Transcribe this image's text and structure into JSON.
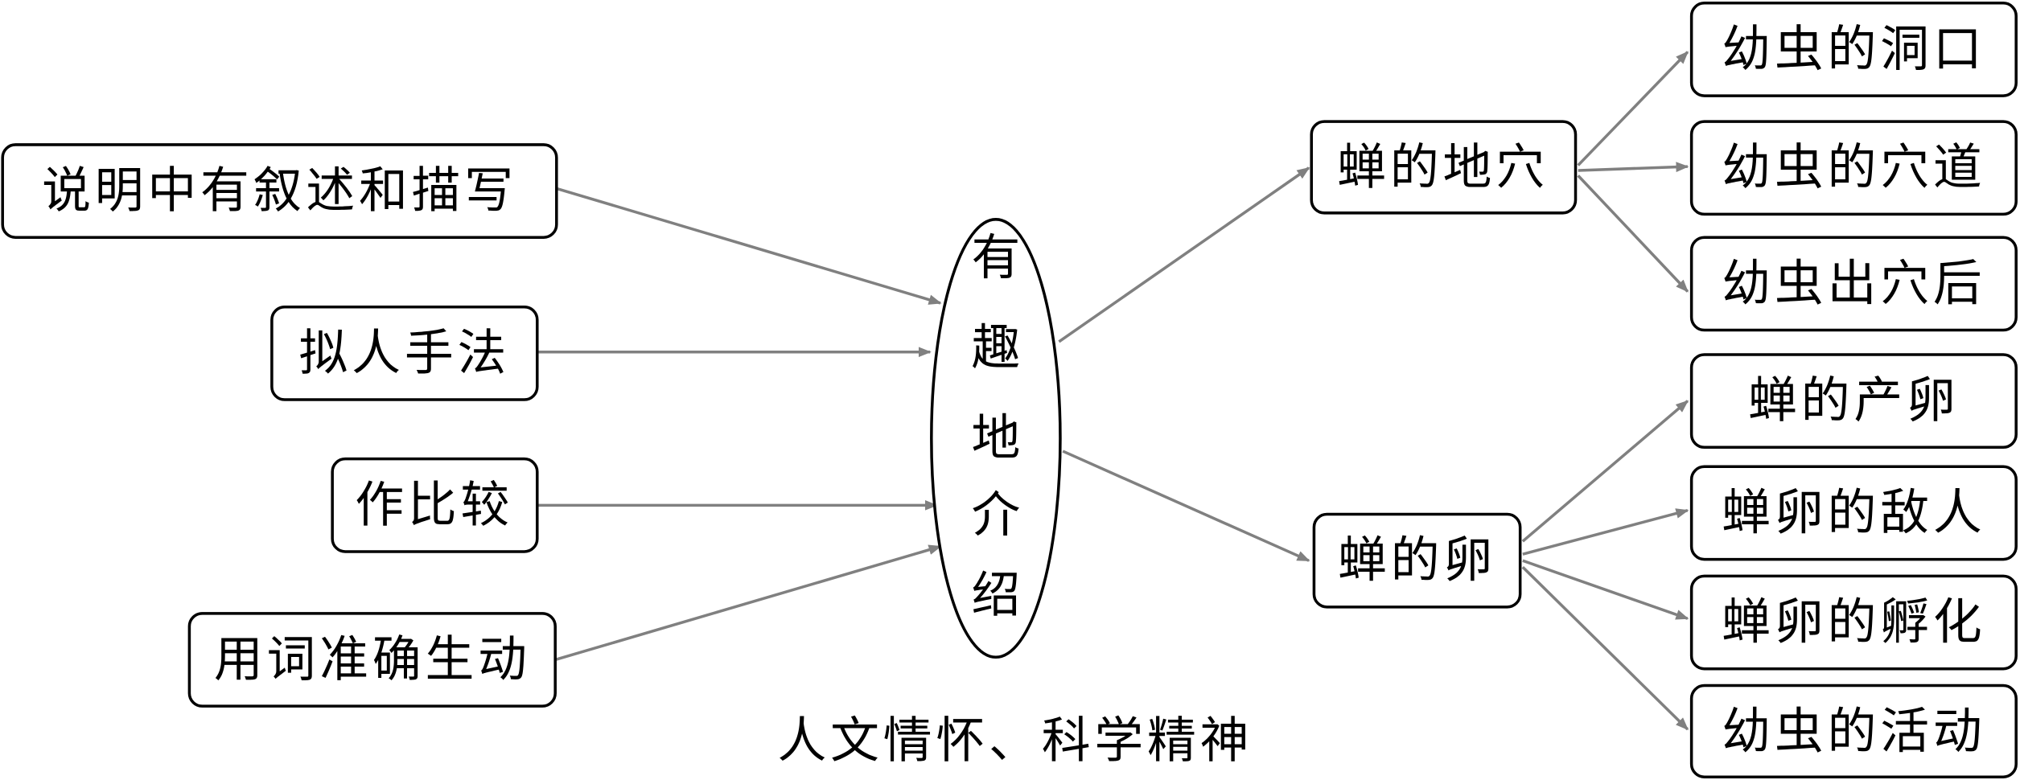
{
  "left_nodes": [
    "说明中有叙述和描写",
    "拟人手法",
    "作比较",
    "用词准确生动"
  ],
  "center_node": [
    "有",
    "趣",
    "地",
    "介",
    "绍"
  ],
  "middle_nodes": [
    "蝉的地穴",
    "蝉的卵"
  ],
  "right_nodes_burrow": [
    "幼虫的洞口",
    "幼虫的穴道",
    "幼虫出穴后"
  ],
  "right_nodes_egg": [
    "蝉的产卵",
    "蝉卵的敌人",
    "蝉卵的孵化",
    "幼虫的活动"
  ],
  "caption": "人文情怀、科学精神",
  "colors": {
    "arrow": "#808080",
    "border": "#000000"
  }
}
